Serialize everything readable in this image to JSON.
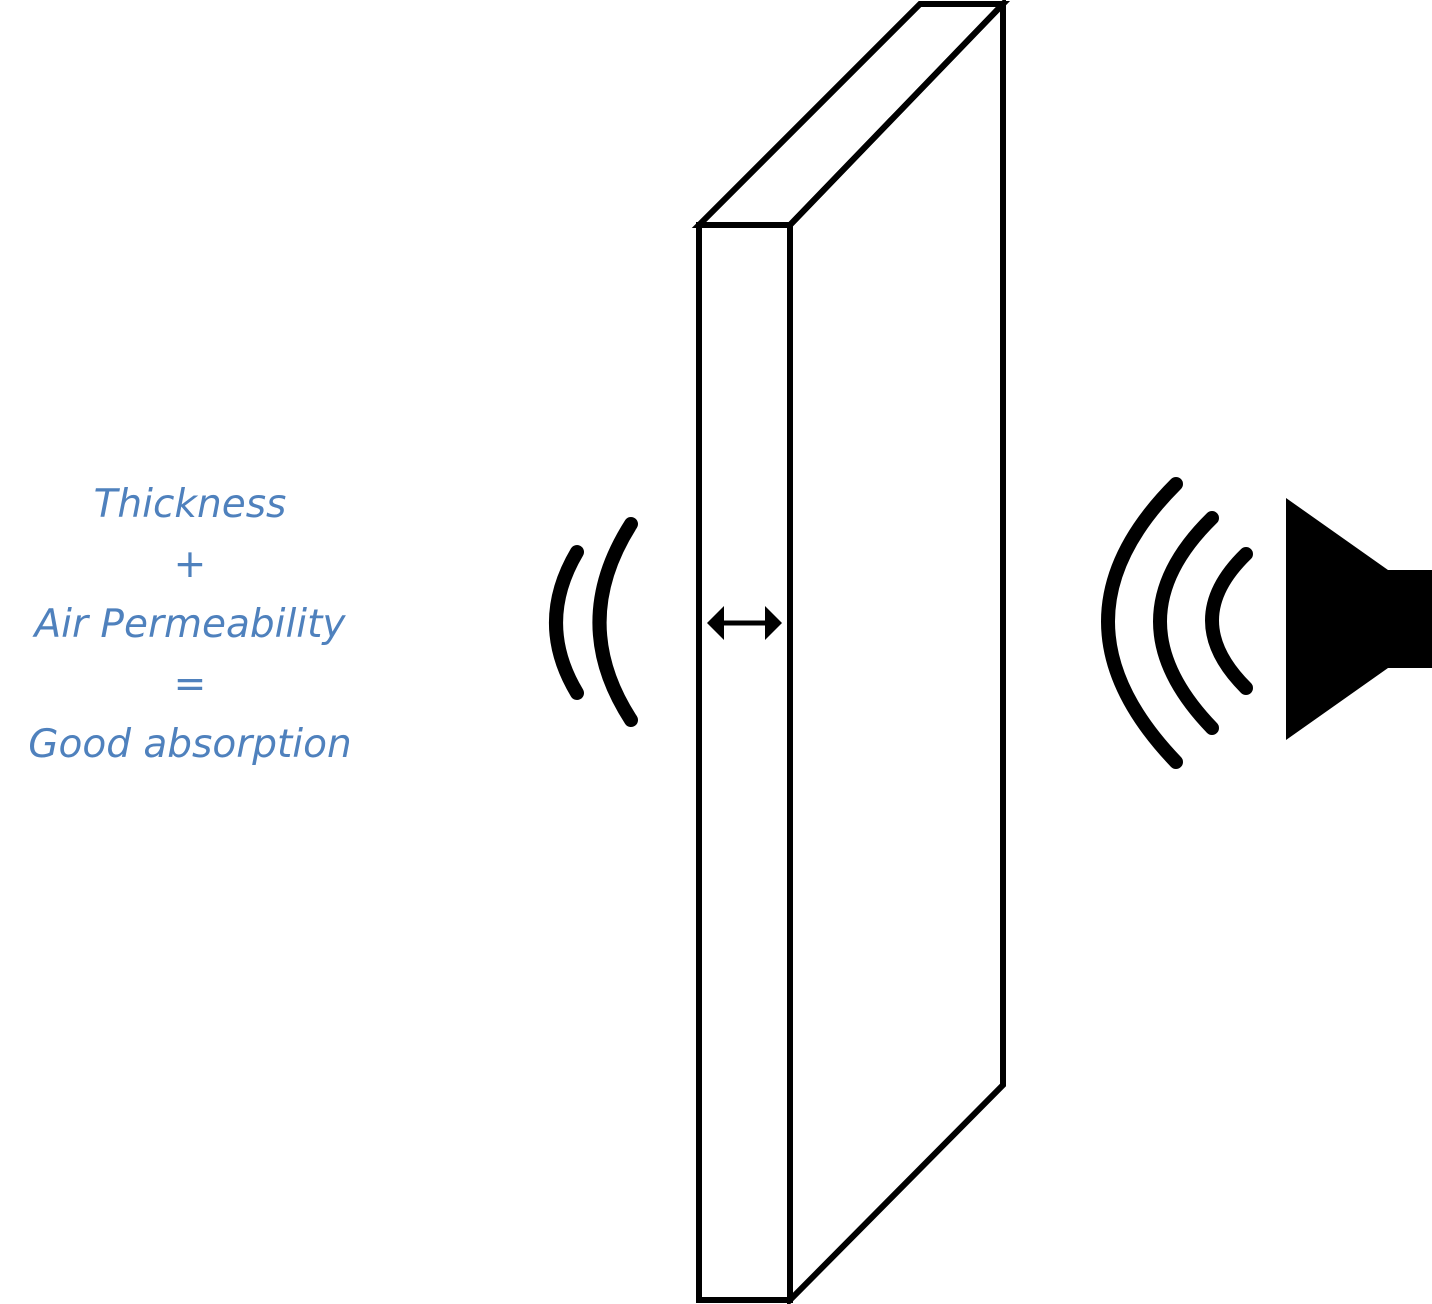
{
  "caption": {
    "line1": "Thickness",
    "line2": "+",
    "line3": "Air Permeability",
    "line4": "=",
    "line5": "Good absorption"
  },
  "colors": {
    "caption": "#4f81bd",
    "stroke": "#000000"
  }
}
